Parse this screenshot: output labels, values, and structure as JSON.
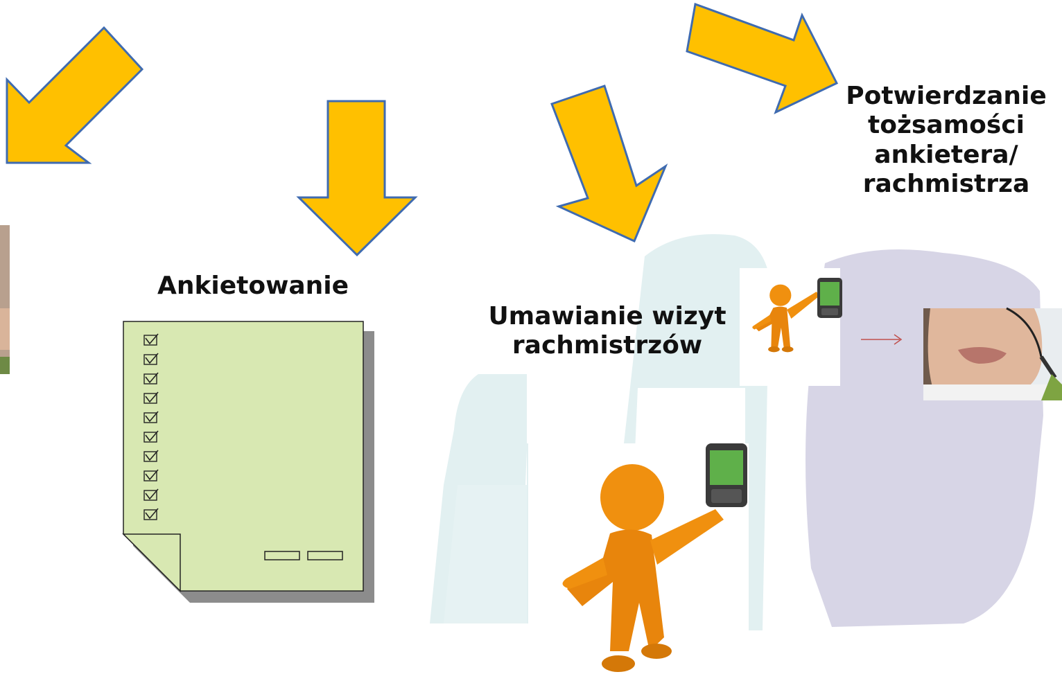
{
  "labels": {
    "ankietowanie": "Ankietowanie",
    "umawianie": [
      "Umawianie wizyt",
      "rachmistrzów"
    ],
    "potwierdzanie": [
      "Potwierdzanie",
      "tożsamości",
      "ankietera/",
      "rachmistrza"
    ]
  },
  "colors": {
    "arrow_fill": "#FFC000",
    "arrow_stroke": "#4472C4",
    "watermark_light": "#E2F0F1",
    "watermark_purple": "#D7D5E6",
    "form_fill": "#D8E8B2",
    "figure_orange": "#F0900F",
    "connector": "#C0504D"
  },
  "form": {
    "checkbox_count": 10
  },
  "icons": [
    "arrow-down-left-icon",
    "arrow-down-icon",
    "arrow-down-right-icon",
    "arrow-right-icon",
    "checkbox-checked-icon",
    "person-with-phone-icon",
    "headset-person-icon"
  ]
}
